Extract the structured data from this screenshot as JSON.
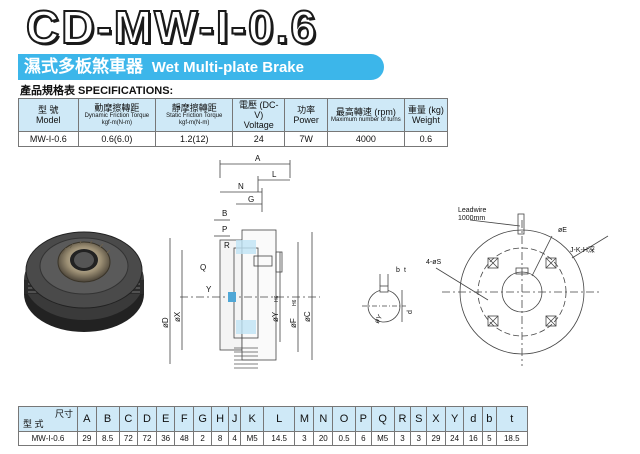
{
  "header": {
    "model_title": "CD-MW-I-0.6",
    "band_cn": "濕式多板煞車器",
    "band_en": "Wet Multi-plate Brake"
  },
  "specs": {
    "heading": "產品規格表 SPECIFICATIONS:",
    "columns": [
      {
        "cn": "型 號",
        "en": "Model",
        "sub": ""
      },
      {
        "cn": "動摩擦轉距",
        "en": "Dynamic Friction Torque",
        "sub": "kgf-m(N-m)"
      },
      {
        "cn": "靜摩擦轉距",
        "en": "Static Friction Torque",
        "sub": "kgf-m(N-m)"
      },
      {
        "cn": "電壓 (DC-V)",
        "en": "Voltage",
        "sub": ""
      },
      {
        "cn": "功率",
        "en": "Power",
        "sub": ""
      },
      {
        "cn": "最高轉速 (rpm)",
        "en": "Maximum number of turns",
        "sub": ""
      },
      {
        "cn": "重量 (kg)",
        "en": "Weight",
        "sub": ""
      }
    ],
    "row": [
      "MW-I-0.6",
      "0.6(6.0)",
      "1.2(12)",
      "24",
      "7W",
      "4000",
      "0.6"
    ]
  },
  "drawing": {
    "dim_labels": [
      "A",
      "L",
      "N",
      "G",
      "B",
      "P",
      "R",
      "Q",
      "Y",
      "øD",
      "øX",
      "øY",
      "øF",
      "øC",
      "H6",
      "H6"
    ],
    "key_labels": [
      "b",
      "t",
      "d",
      "øY"
    ],
    "front": {
      "leadwire": "Leadwire",
      "leadwire_len": "1000mm",
      "e_label": "øE",
      "s_label": "4-øS",
      "j_label": "J-K-H深"
    }
  },
  "dimensions": {
    "corner_top": "尺寸",
    "corner_bottom": "型 式",
    "letters": [
      "A",
      "B",
      "C",
      "D",
      "E",
      "F",
      "G",
      "H",
      "J",
      "K",
      "L",
      "M",
      "N",
      "O",
      "P",
      "Q",
      "R",
      "S",
      "X",
      "Y",
      "d",
      "b",
      "t"
    ],
    "model": "MW-I-0.6",
    "values": [
      "29",
      "8.5",
      "72",
      "72",
      "36",
      "48",
      "2",
      "8",
      "4",
      "M5",
      "14.5",
      "3",
      "20",
      "0.5",
      "6",
      "M5",
      "3",
      "3",
      "29",
      "24",
      "16",
      "5",
      "18.5"
    ]
  },
  "colors": {
    "accent": "#3cb6ea",
    "table_header": "#cfe9f7"
  }
}
